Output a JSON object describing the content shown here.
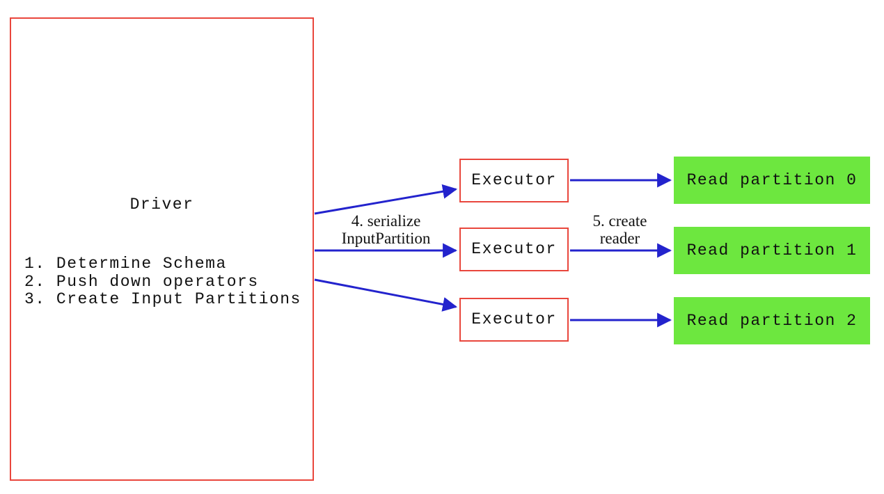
{
  "diagram": {
    "driver": {
      "title": "Driver",
      "steps": [
        "1. Determine Schema",
        "2. Push down operators",
        "3. Create Input Partitions"
      ]
    },
    "executors": [
      {
        "label": "Executor"
      },
      {
        "label": "Executor"
      },
      {
        "label": "Executor"
      }
    ],
    "partitions": [
      {
        "label": "Read partition 0"
      },
      {
        "label": "Read partition 1"
      },
      {
        "label": "Read partition 2"
      }
    ],
    "edge_labels": {
      "serialize": {
        "line1": "4. serialize",
        "line2": "InputPartition"
      },
      "create_reader": {
        "line1": "5. create",
        "line2": "reader"
      }
    },
    "colors": {
      "box_border_red": "#e9463c",
      "arrow_blue": "#2323cd",
      "partition_green": "#6de73f",
      "text_black": "#111111",
      "background": "#ffffff"
    }
  }
}
